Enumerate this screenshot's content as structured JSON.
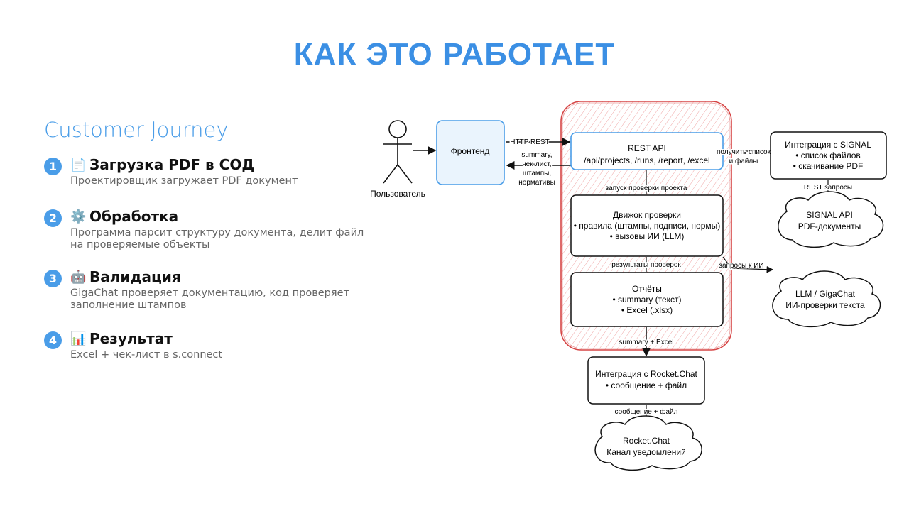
{
  "title": "КАК ЭТО РАБОТАЕТ",
  "journey": {
    "heading": "Customer Journey",
    "steps": [
      {
        "num": "1",
        "icon": "📄",
        "title": "Загрузка PDF в СОД",
        "desc": "Проектировщик загружает PDF документ"
      },
      {
        "num": "2",
        "icon": "⚙️",
        "title": "Обработка",
        "desc": "Программа парсит структуру документа, делит файл на проверяемые объекты"
      },
      {
        "num": "3",
        "icon": "🤖",
        "title": "Валидация",
        "desc": "GigaChat проверяет документацию, код проверяет заполнение штампов"
      },
      {
        "num": "4",
        "icon": "📊",
        "title": "Результат",
        "desc": "Excel + чек-лист в s.connect"
      }
    ]
  },
  "diagram": {
    "user_label": "Пользователь",
    "frontend": "Фронтенд",
    "http_rest": "HTTP REST",
    "resp_lines": [
      "summary,",
      "чек-лист,",
      "штампы,",
      "нормативы"
    ],
    "rest_api": {
      "title": "REST API",
      "paths": "/api/projects, /runs, /report, /excel"
    },
    "launch_label": "запуск проверки проекта",
    "engine": {
      "title": "Движок проверки",
      "line1": "• правила (штампы, подписи, нормы)",
      "line2": "• вызовы ИИ (LLM)"
    },
    "results_label": "результаты проверок",
    "reports": {
      "title": "Отчёты",
      "line1": "• summary (текст)",
      "line2": "• Excel (.xlsx)"
    },
    "summary_excel": "summary + Excel",
    "rocket_integration": {
      "title": "Интеграция с Rocket.Chat",
      "line1": "• сообщение + файл"
    },
    "msg_file": "сообщение + файл",
    "rocket_cloud": {
      "title": "Rocket.Chat",
      "line1": "Канал уведомлений"
    },
    "get_list": [
      "получить список",
      "и файлы"
    ],
    "signal_integration": {
      "title": "Интеграция с SIGNAL",
      "line1": "• список файлов",
      "line2": "• скачивание PDF"
    },
    "rest_requests": "REST запросы",
    "signal_cloud": {
      "title": "SIGNAL API",
      "line1": "PDF-документы"
    },
    "ai_requests": "запросы к ИИ",
    "llm_cloud": {
      "title": "LLM / GigaChat",
      "line1": "ИИ-проверки текста"
    }
  }
}
